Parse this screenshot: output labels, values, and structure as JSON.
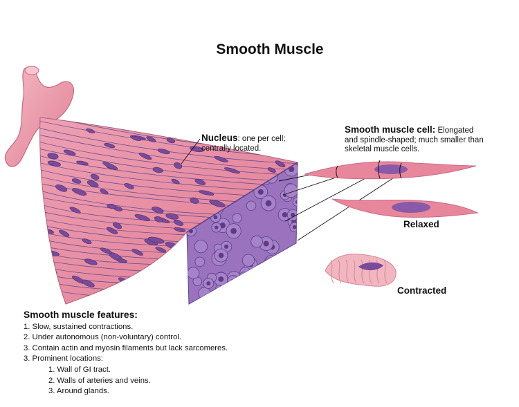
{
  "title": "Smooth Muscle",
  "labels": {
    "nucleus_term": "Nucleus",
    "nucleus_desc_1": ": one per cell;",
    "nucleus_desc_2": "centrally located.",
    "cell_term": "Smooth muscle cell:",
    "cell_desc_1": " Elongated",
    "cell_desc_2": "and spindle-shaped; much smaller than",
    "cell_desc_3": "skeletal muscle cells.",
    "relaxed": "Relaxed",
    "contracted": "Contracted"
  },
  "features": {
    "heading": "Smooth muscle features:",
    "items": [
      "1. Slow, sustained contractions.",
      "2. Under autonomous (non-voluntary) control.",
      "3. Contain actin and myosin filaments but lack sarcomeres.",
      "3. Prominent locations:"
    ],
    "locations": [
      "1.  Wall of GI tract.",
      "2. Walls of arteries and veins.",
      "3. Around glands."
    ]
  },
  "colors": {
    "tissue": "#e8879c",
    "tissue_dark": "#c8677f",
    "nucleus": "#7a4a9a",
    "cross_section": "#8e64b4",
    "fiber_line": "#4a3f8c",
    "contracted": "#f2b6c0"
  }
}
